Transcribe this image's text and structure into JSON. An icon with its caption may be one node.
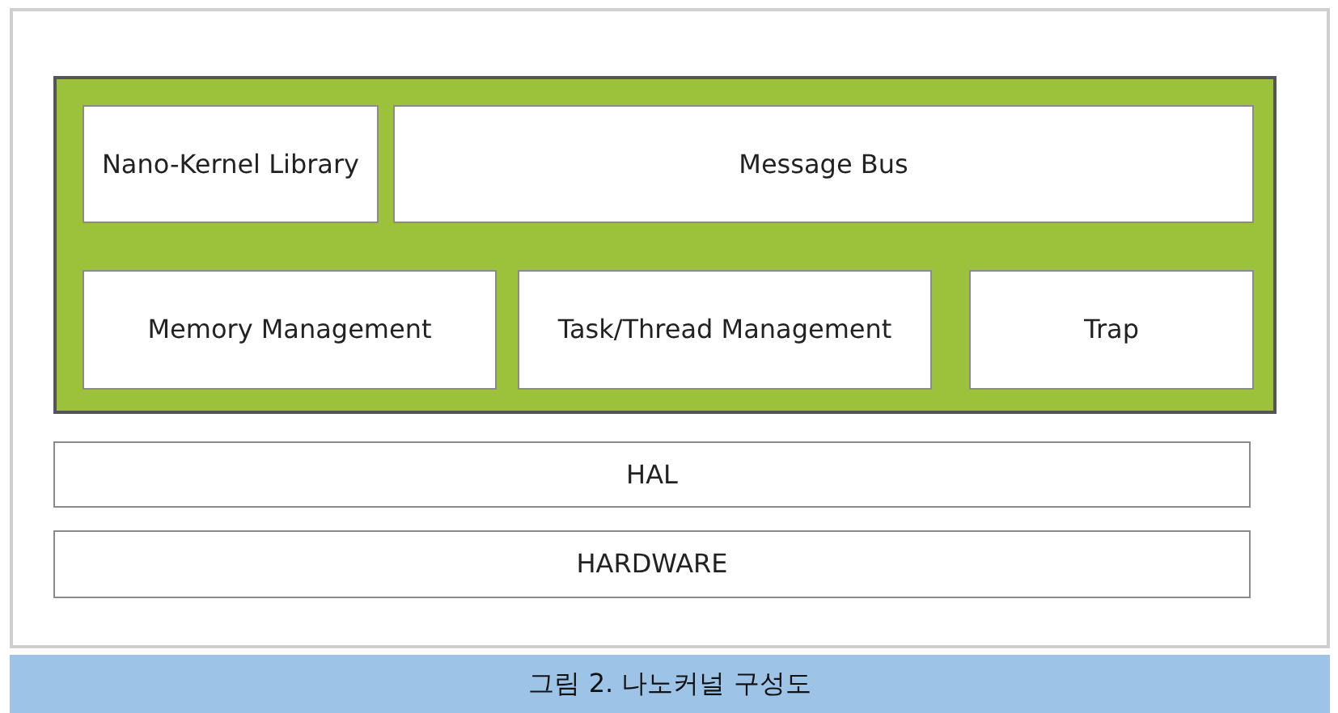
{
  "diagram": {
    "caption": "그림 2. 나노커널 구성도",
    "nodes": [
      {
        "text": [],
        "shape": "box"
      },
      {
        "text": [
          "Nano-Kernel Library"
        ],
        "in": 0
      },
      {
        "text": [
          "Message Bus"
        ],
        "in": 0
      },
      {
        "text": [
          "Memory Management"
        ],
        "in": 0
      },
      {
        "text": [
          "Task/Thread Management"
        ],
        "in": 0
      },
      {
        "text": [
          "Trap"
        ],
        "in": 0
      },
      {
        "text": [
          "HAL"
        ]
      },
      {
        "text": [
          "HARDWARE"
        ]
      }
    ]
  }
}
